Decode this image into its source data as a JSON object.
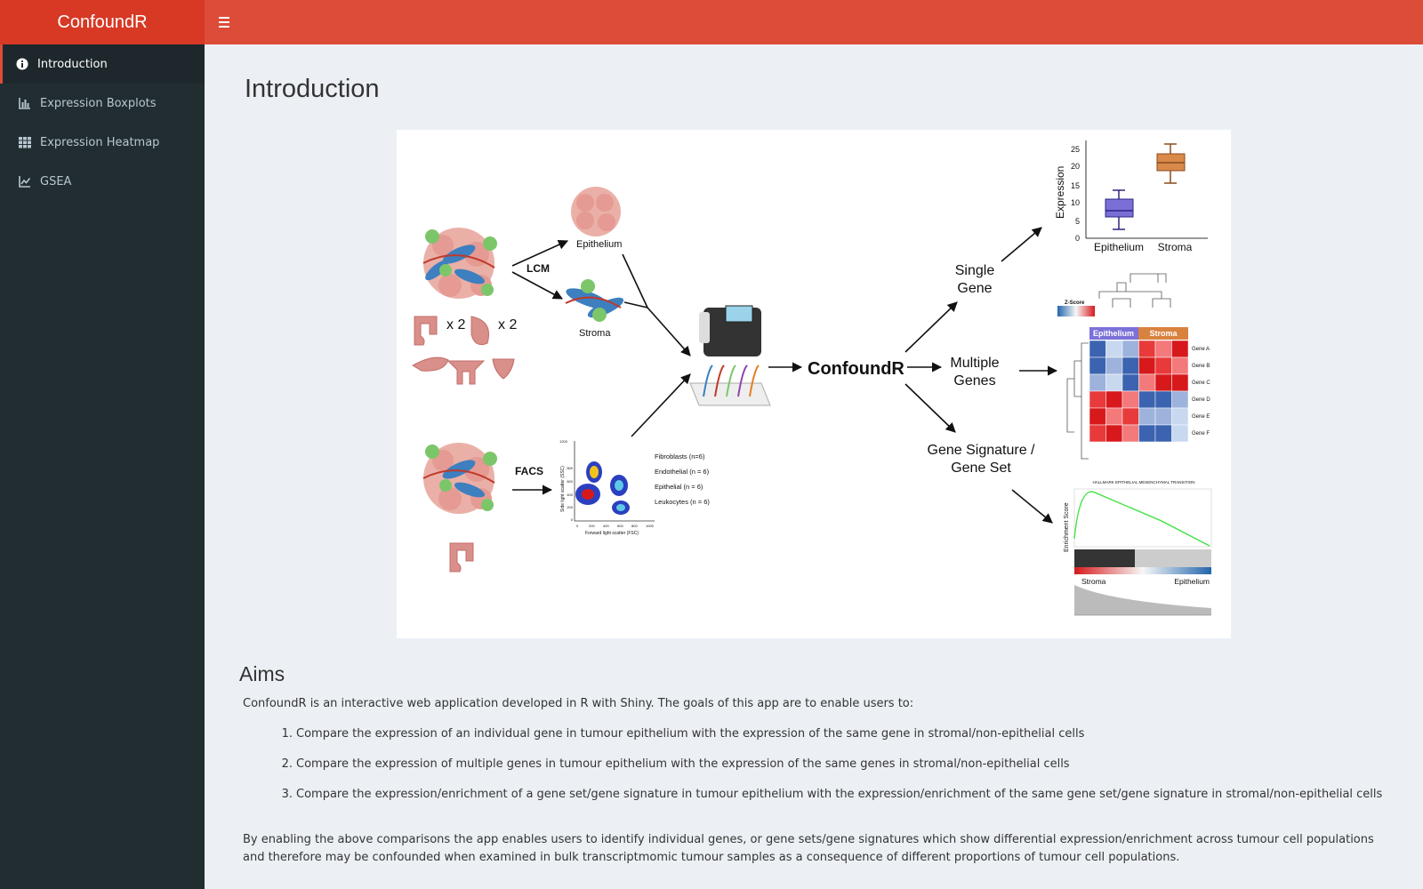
{
  "header": {
    "brand": "ConfoundR",
    "toggle_icon": "bars-icon"
  },
  "colors": {
    "header_brand_bg": "#d73925",
    "header_bg": "#dd4b39",
    "sidebar_bg": "#222d32",
    "sidebar_active_bg": "#1e282c",
    "content_bg": "#ecf0f5"
  },
  "sidebar": {
    "items": [
      {
        "label": "Introduction",
        "icon": "info-circle-icon",
        "active": true
      },
      {
        "label": "Expression Boxplots",
        "icon": "bar-chart-icon",
        "active": false
      },
      {
        "label": "Expression Heatmap",
        "icon": "grid-icon",
        "active": false
      },
      {
        "label": "GSEA",
        "icon": "line-chart-icon",
        "active": false
      }
    ]
  },
  "main": {
    "title": "Introduction",
    "figure": {
      "lcm": "LCM",
      "facs": "FACS",
      "epithelium": "Epithelium",
      "stroma": "Stroma",
      "times_one": "x 2",
      "times_two": "x 2",
      "center": "ConfoundR",
      "single_1": "Single",
      "single_2": "Gene",
      "multiple_1": "Multiple",
      "multiple_2": "Genes",
      "signature_1": "Gene Signature /",
      "signature_2": "Gene Set",
      "populations": [
        "Fibroblasts (n=6)",
        "Endothelial (n = 6)",
        "Epithelial (n = 6)",
        "Leukocytes (n = 6)"
      ],
      "facs_ylabel": "Side light scatter (SSC)",
      "facs_xlabel": "Forward light scatter (FSC)",
      "facs_yticks": [
        "1200",
        "800",
        "600",
        "400",
        "200",
        "0"
      ],
      "facs_xticks": [
        "0",
        "200",
        "400",
        "600",
        "800",
        "1000"
      ],
      "boxplot": {
        "ylabel": "Expression",
        "yticks": [
          "25",
          "20",
          "15",
          "10",
          "5",
          "0"
        ],
        "groups": [
          "Epithelium",
          "Stroma"
        ]
      },
      "heatmap": {
        "zscore": "Z-Score",
        "groups": [
          "Epithelium",
          "Stroma"
        ],
        "genes": [
          "Gene A",
          "Gene B",
          "Gene C",
          "Gene D",
          "Gene E",
          "Gene F"
        ]
      },
      "gsea": {
        "title": "HALLMARK EPITHELIAL MESENCHYMAL TRANSITION",
        "ylabel": "Enrichment Score",
        "left": "Stroma",
        "right": "Epithelium"
      }
    }
  },
  "aims": {
    "heading": "Aims",
    "intro": "ConfoundR is an interactive web application developed in R with Shiny. The goals of this app are to enable users to:",
    "goals": [
      "Compare the expression of an individual gene in tumour epithelium with the expression of the same gene in stromal/non-epithelial cells",
      "Compare the expression of multiple genes in tumour epithelium with the expression of the same genes in stromal/non-epithelial cells",
      "Compare the expression/enrichment of a gene set/gene signature in tumour epithelium with the expression/enrichment of the same gene set/gene signature in stromal/non-epithelial cells"
    ],
    "summary": "By enabling the above comparisons the app enables users to identify individual genes, or gene sets/gene signatures which show differential expression/enrichment across tumour cell populations and therefore may be confounded when examined in bulk transcriptmomic tumour samples as a consequence of different proportions of tumour cell populations."
  }
}
